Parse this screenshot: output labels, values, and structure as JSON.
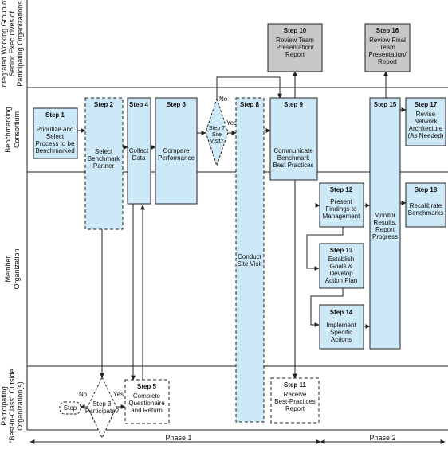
{
  "lanes": [
    {
      "label_lines": [
        "Integrated Working Group of",
        "Senior Executives of",
        "Participating Organizations"
      ]
    },
    {
      "label_lines": [
        "Benchmarking",
        "Consortium"
      ]
    },
    {
      "label_lines": [
        "Member",
        "Organization"
      ]
    },
    {
      "label_lines": [
        "Participating",
        "“Best-in-Class” Outside",
        "Organization(s)"
      ]
    }
  ],
  "steps": {
    "s1": {
      "title": "Step 1",
      "lines": [
        "Prioritize and",
        "Select",
        "Process to be",
        "Benchmarked"
      ]
    },
    "s2": {
      "title": "Step 2",
      "lines": [
        "Select",
        "Benchmark",
        "Partner"
      ]
    },
    "s3": {
      "title": "Step 3",
      "lines": [
        "Participate?"
      ]
    },
    "s4": {
      "title": "Step 4",
      "lines": [
        "Collect",
        "Data"
      ]
    },
    "s5": {
      "title": "Step 5",
      "lines": [
        "Complete",
        "Questionaire",
        "and Return"
      ]
    },
    "s6": {
      "title": "Step 6",
      "lines": [
        "Compare",
        "Performance"
      ]
    },
    "s7": {
      "title": "Step 7",
      "lines": [
        "Site",
        "Visit?"
      ]
    },
    "s8": {
      "title": "Step 8",
      "lines": [
        "Conduct",
        "Site Visit"
      ]
    },
    "s9": {
      "title": "Step 9",
      "lines": [
        "Communicate",
        "Benchmark",
        "Best Practices"
      ]
    },
    "s10": {
      "title": "Step 10",
      "lines": [
        "Review Team",
        "Presentation/",
        "Report"
      ]
    },
    "s11": {
      "title": "Step 11",
      "lines": [
        "Receive",
        "Best-Practices",
        "Report"
      ]
    },
    "s12": {
      "title": "Step 12",
      "lines": [
        "Present",
        "Findings to",
        "Management"
      ]
    },
    "s13": {
      "title": "Step 13",
      "lines": [
        "Establish",
        "Goals &",
        "Develop",
        "Action Plan"
      ]
    },
    "s14": {
      "title": "Step 14",
      "lines": [
        "Implement",
        "Specific",
        "Actions"
      ]
    },
    "s15": {
      "title": "Step 15",
      "lines": [
        "Monitor",
        "Results,",
        "Report",
        "Progress"
      ]
    },
    "s16": {
      "title": "Step 16",
      "lines": [
        "Review Final",
        "Team",
        "Presentation/",
        "Report"
      ]
    },
    "s17": {
      "title": "Step 17",
      "lines": [
        "Revise",
        "Network",
        "Architecture",
        "(As Needed)"
      ]
    },
    "s18": {
      "title": "Step 18",
      "lines": [
        "Recalibrate",
        "Benchmarks"
      ]
    }
  },
  "stop_label": "Stop",
  "edge_labels": {
    "s3_no": "No",
    "s3_yes": "Yes",
    "s7_no": "No",
    "s7_yes": "Yes"
  },
  "phases": [
    "Phase 1",
    "Phase 2"
  ],
  "colors": {
    "box_fill": "#cde8f6",
    "gray_fill": "#c8c8c8",
    "stroke": "#222222"
  }
}
